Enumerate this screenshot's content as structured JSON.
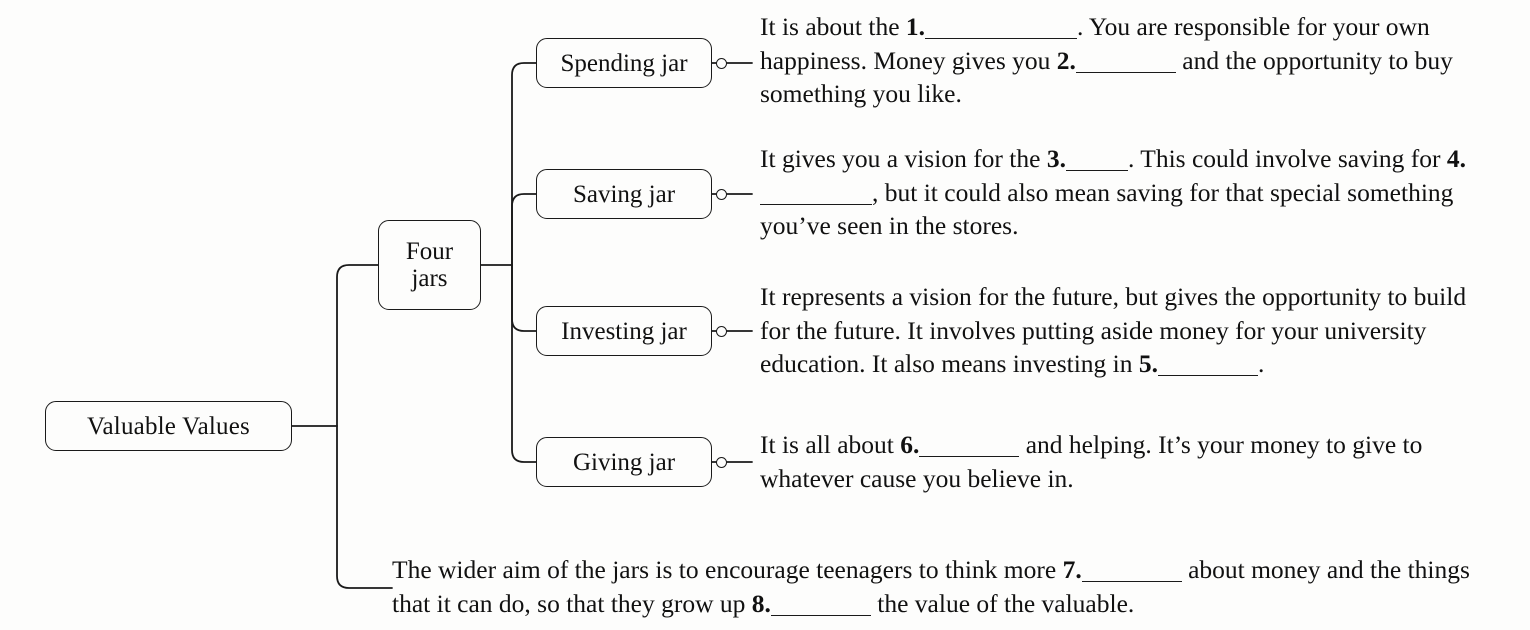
{
  "diagram": {
    "title": "Valuable Values",
    "root_label": "Valuable Values",
    "hub": {
      "line1": "Four",
      "line2": "jars"
    },
    "branches": [
      {
        "node_label": "Spending jar",
        "segments": [
          {
            "t": "It is about the "
          },
          {
            "q": "1."
          },
          {
            "blank": "xl"
          },
          {
            "t": ". You are responsible for your own happiness. Money gives you "
          },
          {
            "q": "2."
          },
          {
            "blank": "md"
          },
          {
            "t": " and the opportunity to buy something you like."
          }
        ]
      },
      {
        "node_label": "Saving jar",
        "segments": [
          {
            "t": "It gives you a vision for the "
          },
          {
            "q": "3."
          },
          {
            "blank": "sm"
          },
          {
            "t": ". This could involve saving for "
          },
          {
            "q": "4."
          },
          {
            "blank": "lg"
          },
          {
            "t": ", but it could also mean saving for that special something you’ve seen in the stores."
          }
        ]
      },
      {
        "node_label": "Investing jar",
        "segments": [
          {
            "t": "It represents a vision for the future, but gives the opportunity to build for the future. It involves putting aside money for your university education. It also means investing in "
          },
          {
            "q": "5."
          },
          {
            "blank": "md"
          },
          {
            "t": "."
          }
        ]
      },
      {
        "node_label": "Giving jar",
        "segments": [
          {
            "t": "It is all about "
          },
          {
            "q": "6."
          },
          {
            "blank": "md"
          },
          {
            "t": " and helping. It’s your money to give to whatever cause you believe in."
          }
        ]
      }
    ],
    "footer": {
      "segments": [
        {
          "t": "The wider aim of the jars is to encourage teenagers to think more "
        },
        {
          "q": "7."
        },
        {
          "blank": "md"
        },
        {
          "t": " about money and the things that it can do, so that they grow up "
        },
        {
          "q": "8."
        },
        {
          "blank": "md"
        },
        {
          "t": " the value of the valuable."
        }
      ]
    },
    "colors": {
      "ink": "#111111",
      "line": "#1a1a1a",
      "paper": "#fdfdfc"
    }
  }
}
